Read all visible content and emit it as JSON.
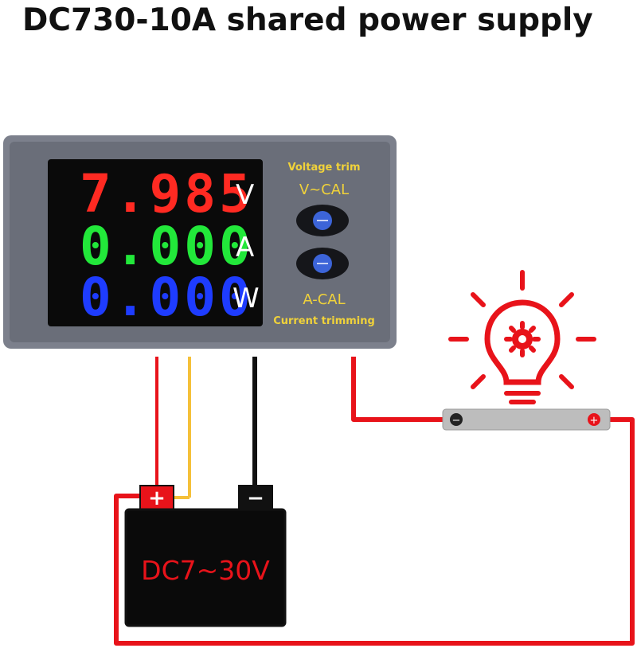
{
  "title": "DC730-10A shared power supply",
  "meter": {
    "rows": [
      {
        "digits": "7.985",
        "unit": "V",
        "color": "#ff2a22"
      },
      {
        "digits": "0.000",
        "unit": "A",
        "color": "#22e83a"
      },
      {
        "digits": "0.000",
        "unit": "W",
        "color": "#1e3cff"
      }
    ],
    "voltage_trim_label": "Voltage trim",
    "v_cal_label": "V~CAL",
    "a_cal_label": "A-CAL",
    "current_trim_label": "Current trimming",
    "label_color": "#f0d23a"
  },
  "battery": {
    "label": "DC7~30V",
    "positive_symbol": "+",
    "negative_symbol": "−"
  },
  "shunt": {
    "negative_symbol": "−",
    "positive_symbol": "+"
  },
  "colors": {
    "wire_red": "#e8131a",
    "wire_yellow": "#f5c03a",
    "wire_black": "#111111",
    "bulb": "#e8131a"
  },
  "icons": [
    "lightbulb-gear-icon"
  ]
}
